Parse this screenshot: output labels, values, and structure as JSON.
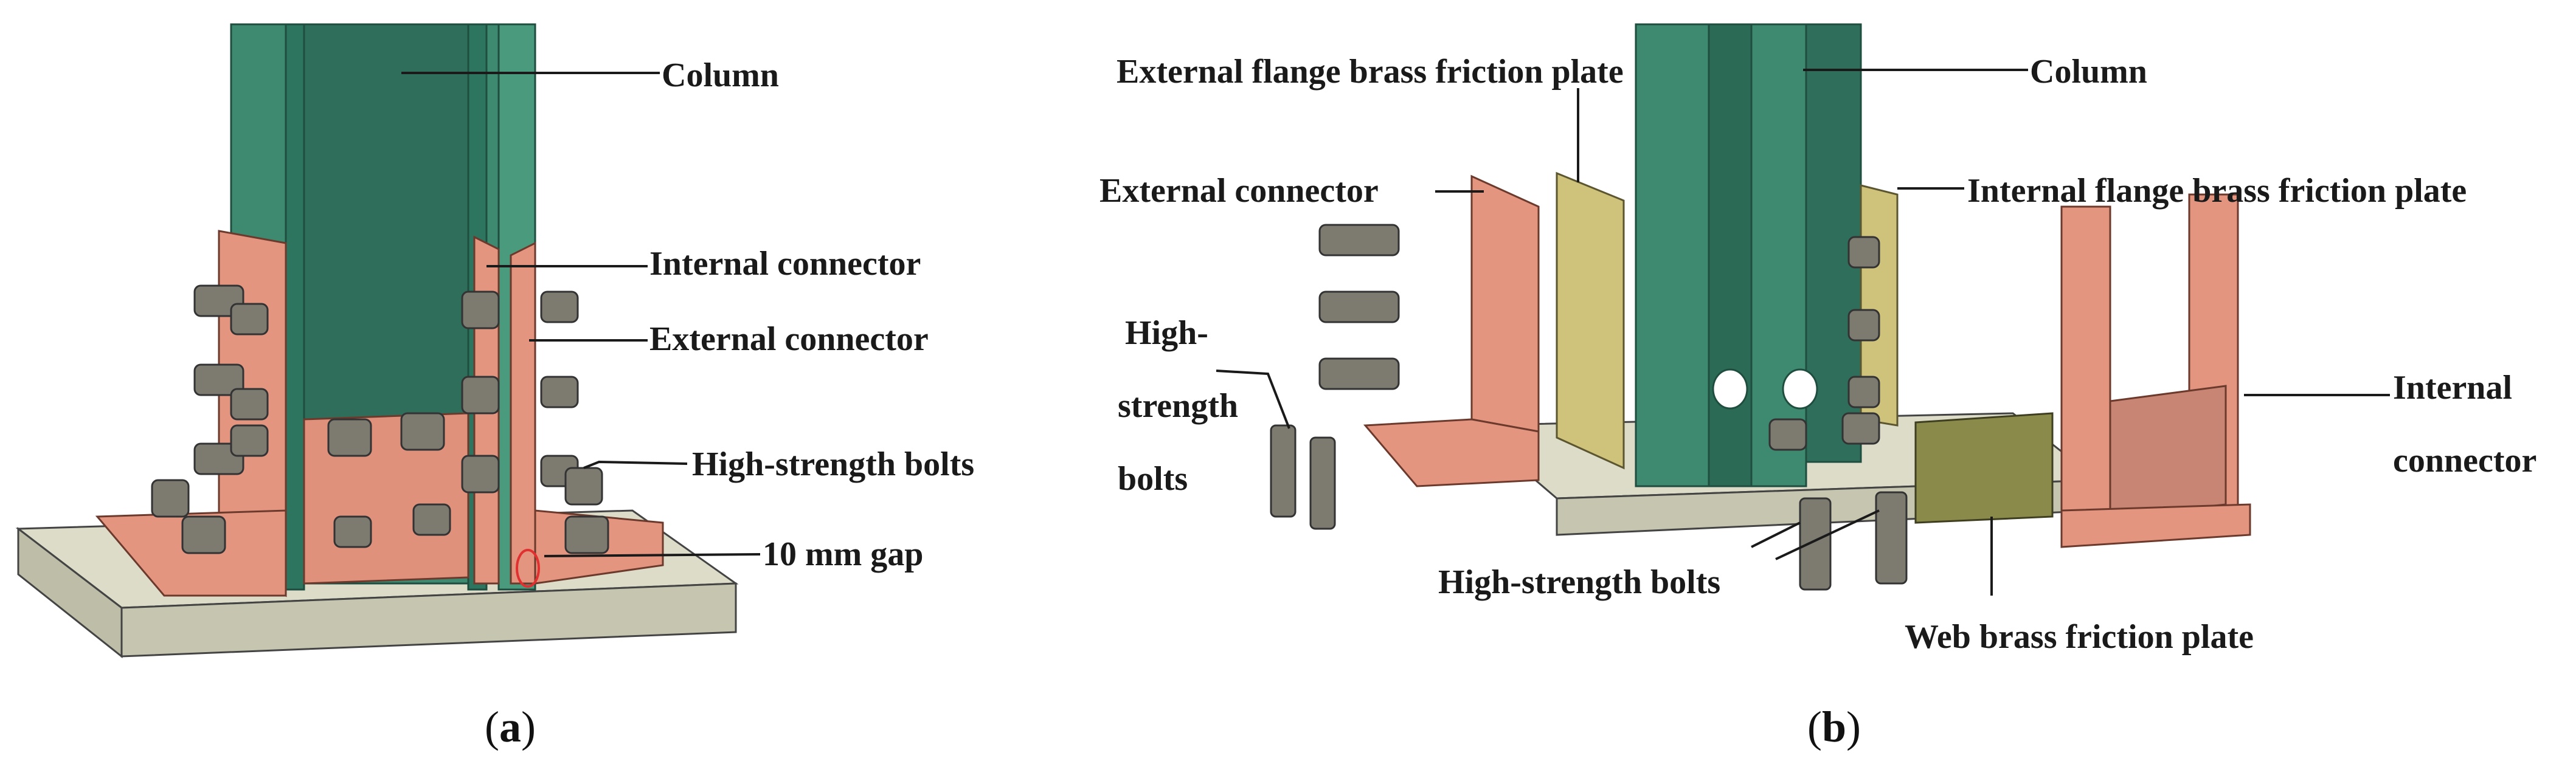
{
  "panel_a": {
    "caption_open": "(",
    "caption_letter": "a",
    "caption_close": ")",
    "labels": {
      "column": "Column",
      "internal_connector": "Internal connector",
      "external_connector": "External connector",
      "bolts": "High-strength bolts",
      "gap": "10 mm gap"
    }
  },
  "panel_b": {
    "caption_open": "(",
    "caption_letter": "b",
    "caption_close": ")",
    "labels": {
      "ext_flange_plate": "External flange brass friction plate",
      "column": "Column",
      "external_connector": "External connector",
      "int_flange_plate": "Internal flange brass friction plate",
      "bolts_left_1": "High-",
      "bolts_left_2": "strength",
      "bolts_left_3": "bolts",
      "internal_connector_1": "Internal",
      "internal_connector_2": "connector",
      "bolts_bottom": "High-strength bolts",
      "web_plate": "Web brass friction plate"
    }
  },
  "colors": {
    "column": "#3d8a70",
    "column_dark": "#2b6a55",
    "copper": "#e39580",
    "copper_dark": "#b86e5c",
    "brass": "#cfc27a",
    "web_brass": "#8a8a4a",
    "base": "#d9d9c4",
    "bolt": "#7d7a70",
    "gap_marker": "#e03030"
  }
}
